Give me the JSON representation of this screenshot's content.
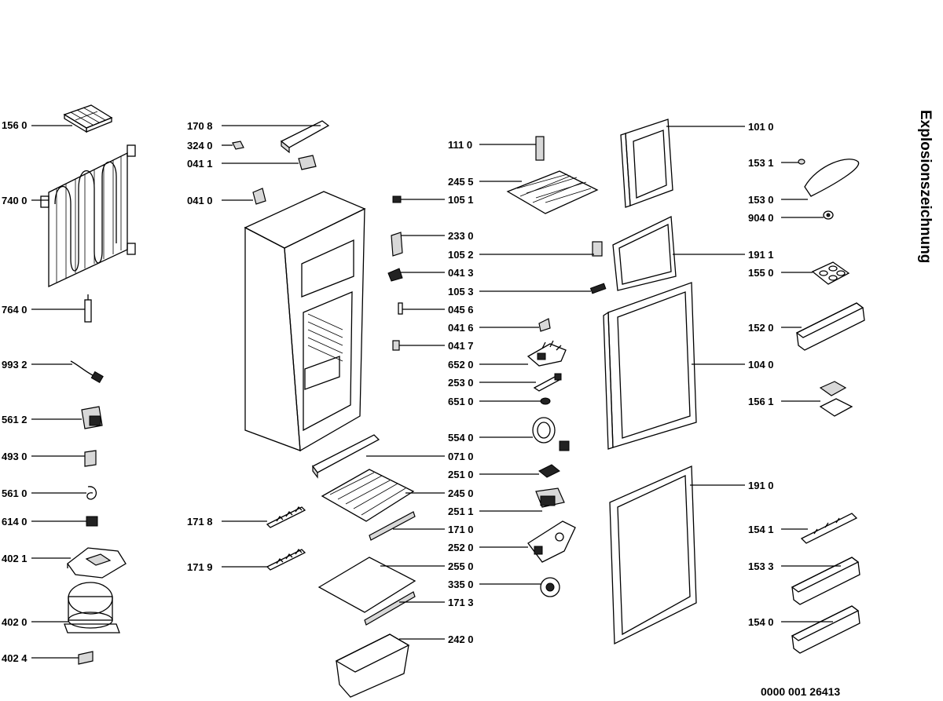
{
  "title": "Explosionszeichnung",
  "document_number": "0000 001 26413",
  "part_labels": {
    "p1560": "156 0",
    "p7400": "740 0",
    "p7640": "764 0",
    "p9932": "993 2",
    "p5612": "561 2",
    "p4930": "493 0",
    "p5610": "561 0",
    "p6140": "614 0",
    "p4021": "402 1",
    "p4020": "402 0",
    "p4024": "402 4",
    "p1708": "170 8",
    "p3240": "324 0",
    "p0411": "041 1",
    "p0410": "041 0",
    "p1718": "171 8",
    "p1719": "171 9",
    "p1110": "111 0",
    "p2455": "245 5",
    "p1051": "105 1",
    "p2330": "233 0",
    "p1052": "105 2",
    "p0413": "041 3",
    "p1053": "105 3",
    "p0456": "045 6",
    "p0416": "041 6",
    "p0417": "041 7",
    "p6520": "652 0",
    "p2530": "253 0",
    "p6510": "651 0",
    "p5540": "554 0",
    "p0710": "071 0",
    "p2510": "251 0",
    "p2450": "245 0",
    "p2511": "251 1",
    "p1710": "171 0",
    "p2520": "252 0",
    "p2550": "255 0",
    "p3350": "335 0",
    "p1713": "171 3",
    "p2420": "242 0",
    "p1010": "101 0",
    "p1531": "153 1",
    "p1530": "153 0",
    "p9040": "904 0",
    "p1911": "191 1",
    "p1550": "155 0",
    "p1520": "152 0",
    "p1040": "104 0",
    "p1561": "156 1",
    "p1910": "191 0",
    "p1541": "154 1",
    "p1533": "153 3",
    "p1540": "154 0"
  }
}
